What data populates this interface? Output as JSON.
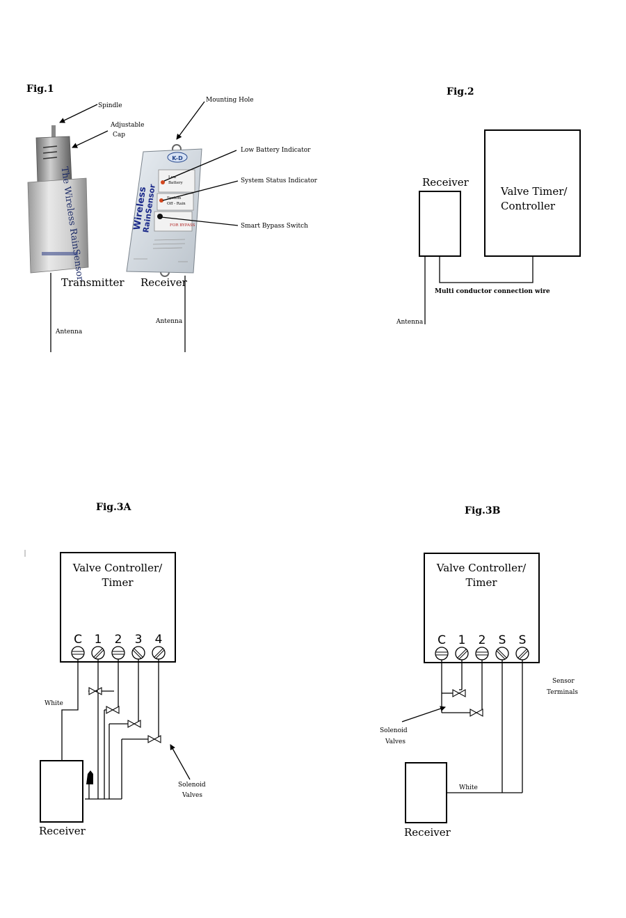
{
  "fig1": {
    "title": "Fig.1",
    "callouts": {
      "spindle": "Spindle",
      "adjustable_cap_line1": "Adjustable",
      "adjustable_cap_line2": "Cap",
      "mounting_hole": "Mounting Hole",
      "low_battery": "Low Battery Indicator",
      "system_status": "System Status Indicator",
      "smart_bypass": "Smart Bypass Switch"
    },
    "transmitter_label": "Transmitter",
    "receiver_label": "Receiver",
    "antenna_left": "Antenna",
    "antenna_right": "Antenna",
    "transmitter_body_text": "The Wireless RainSensor",
    "receiver_brand_line1": "Wireless",
    "receiver_brand_line2": "RainSensor",
    "receiver_logo": "K-D",
    "receiver_led1_line1": "Low",
    "receiver_led1_line2": "Battery",
    "receiver_led2_line1": "System",
    "receiver_led2_line2": "Off - Rain",
    "receiver_bypass_text": "FOR BYPASS"
  },
  "fig2": {
    "title": "Fig.2",
    "receiver_label": "Receiver",
    "controller_line1": "Valve Timer/",
    "controller_line2": "Controller",
    "wire_label": "Multi conductor connection wire",
    "antenna": "Antenna"
  },
  "fig3a": {
    "title": "Fig.3A",
    "controller_line1": "Valve Controller/",
    "controller_line2": "Timer",
    "terminals": [
      "C",
      "1",
      "2",
      "3",
      "4"
    ],
    "white_label": "White",
    "solenoid_line1": "Solenoid",
    "solenoid_line2": "Valves",
    "receiver_label": "Receiver"
  },
  "fig3b": {
    "title": "Fig.3B",
    "controller_line1": "Valve Controller/",
    "controller_line2": "Timer",
    "terminals": [
      "C",
      "1",
      "2",
      "S",
      "S"
    ],
    "sensor_line1": "Sensor",
    "sensor_line2": "Terminals",
    "solenoid_line1": "Solenoid",
    "solenoid_line2": "Valves",
    "white_label": "White",
    "receiver_label": "Receiver"
  }
}
